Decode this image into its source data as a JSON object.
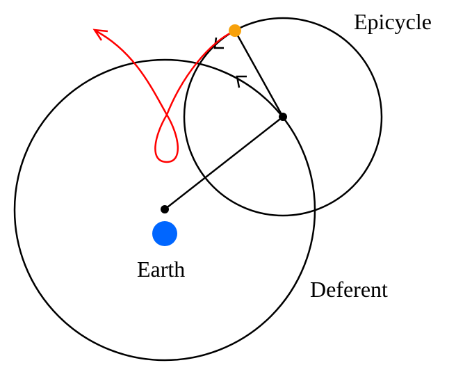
{
  "labels": {
    "epicycle": "Epicycle",
    "earth": "Earth",
    "deferent": "Deferent"
  },
  "colors": {
    "orbit": "#000000",
    "earth": "#0066ff",
    "planet": "#f7a10b",
    "retrograde_path": "#ff0000"
  }
}
